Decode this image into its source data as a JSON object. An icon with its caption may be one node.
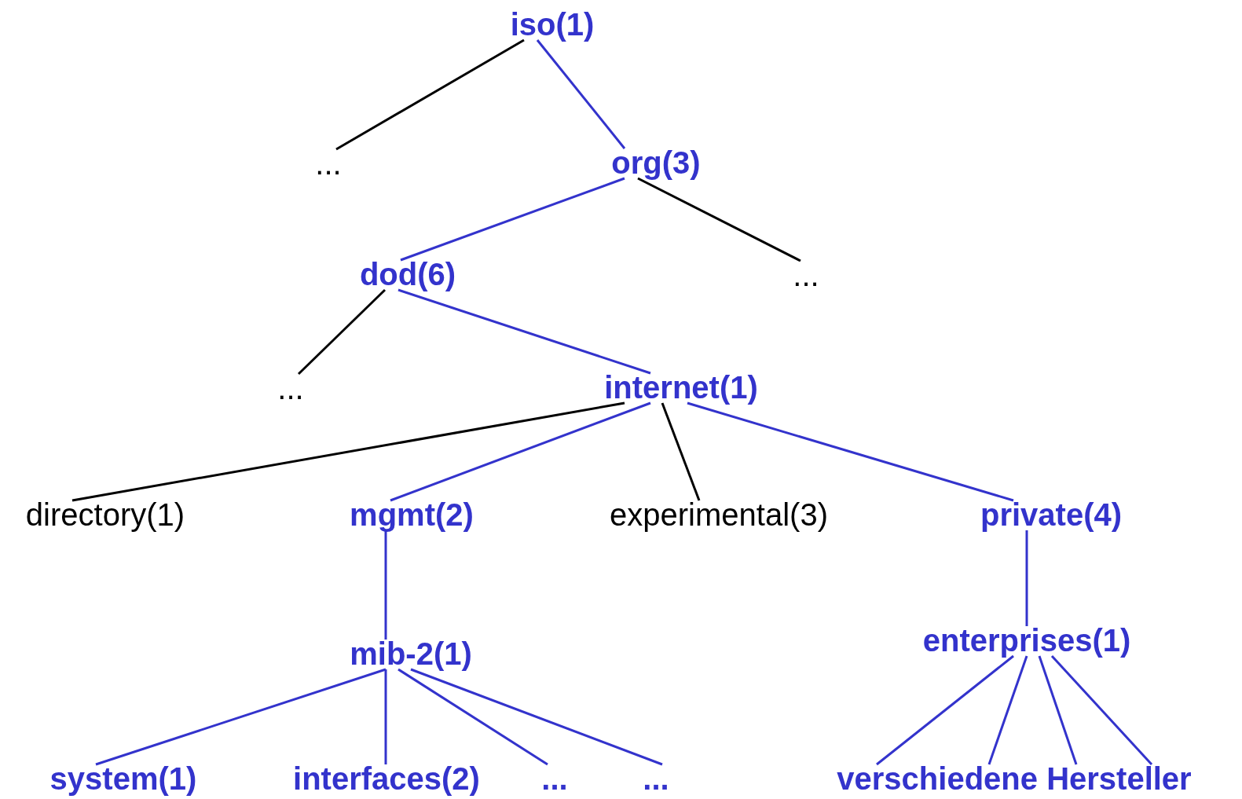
{
  "diagram": {
    "nodes": [
      {
        "text": [
          "iso(1)"
        ]
      },
      {
        "text": [
          "..."
        ]
      },
      {
        "text": [
          "org(3)"
        ]
      },
      {
        "text": [
          "dod(6)"
        ]
      },
      {
        "text": [
          "..."
        ]
      },
      {
        "text": [
          "..."
        ]
      },
      {
        "text": [
          "internet(1)"
        ]
      },
      {
        "text": [
          "directory(1)"
        ]
      },
      {
        "text": [
          "mgmt(2)"
        ]
      },
      {
        "text": [
          "experimental(3)"
        ]
      },
      {
        "text": [
          "private(4)"
        ]
      },
      {
        "text": [
          "mib-2(1)"
        ]
      },
      {
        "text": [
          "enterprises(1)"
        ]
      },
      {
        "text": [
          "system(1)"
        ]
      },
      {
        "text": [
          "interfaces(2)"
        ]
      },
      {
        "text": [
          "..."
        ]
      },
      {
        "text": [
          "..."
        ]
      },
      {
        "text": [
          "verschiedene Hersteller"
        ]
      }
    ],
    "edges": [
      {
        "from": 0,
        "to": 1,
        "arrow": "none",
        "color": "#000000"
      },
      {
        "from": 0,
        "to": 2,
        "arrow": "none"
      },
      {
        "from": 2,
        "to": 3,
        "arrow": "none"
      },
      {
        "from": 2,
        "to": 4,
        "arrow": "none",
        "color": "#000000"
      },
      {
        "from": 3,
        "to": 5,
        "arrow": "none",
        "color": "#000000"
      },
      {
        "from": 3,
        "to": 6,
        "arrow": "none"
      },
      {
        "from": 6,
        "to": 7,
        "arrow": "none",
        "color": "#000000"
      },
      {
        "from": 6,
        "to": 8,
        "arrow": "none"
      },
      {
        "from": 6,
        "to": 9,
        "arrow": "none",
        "color": "#000000"
      },
      {
        "from": 6,
        "to": 10,
        "arrow": "none"
      },
      {
        "from": 8,
        "to": 11,
        "arrow": "none"
      },
      {
        "from": 10,
        "to": 12,
        "arrow": "none"
      },
      {
        "from": 11,
        "to": 13,
        "arrow": "none"
      },
      {
        "from": 11,
        "to": 14,
        "arrow": "none"
      },
      {
        "from": 11,
        "to": 15,
        "arrow": "none"
      },
      {
        "from": 11,
        "to": 16,
        "arrow": "none"
      },
      {
        "from": 12,
        "to": 17,
        "arrow": "none"
      },
      {
        "from": 12,
        "to": 17,
        "arrow": "none"
      },
      {
        "from": 12,
        "to": 17,
        "arrow": "none"
      },
      {
        "from": 12,
        "to": 17,
        "arrow": "none"
      }
    ]
  }
}
